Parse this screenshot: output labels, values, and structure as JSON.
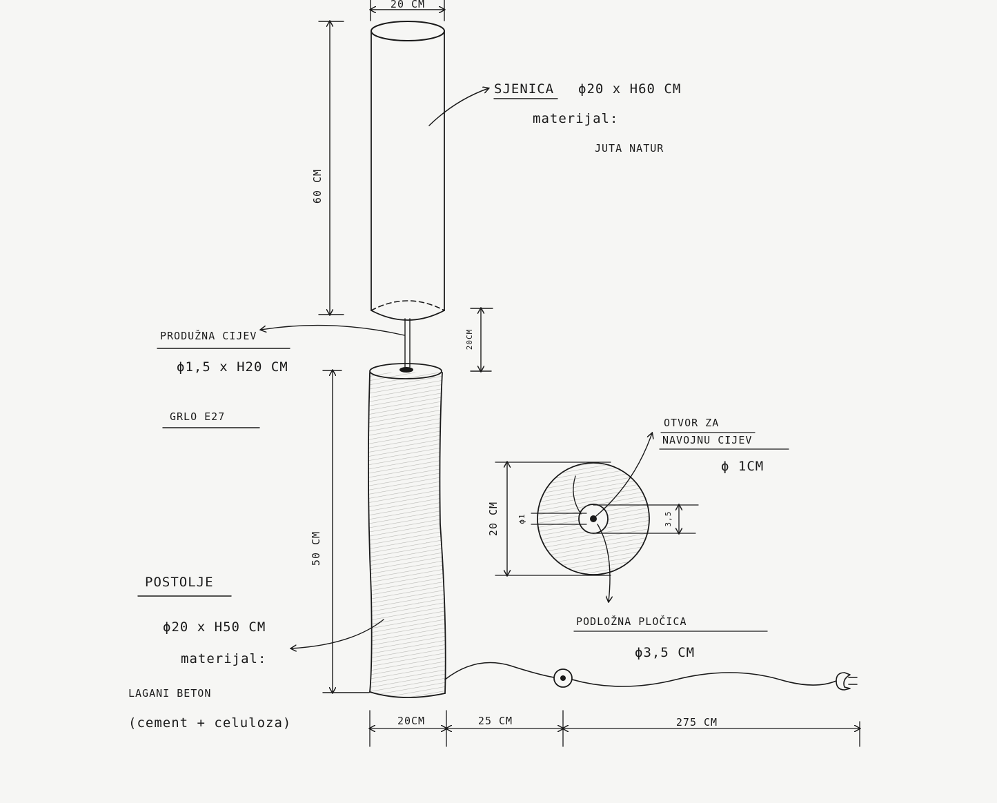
{
  "colors": {
    "paper": "#f6f6f4",
    "ink": "#1a1a1a",
    "shading": "#d9d9d6"
  },
  "shade": {
    "dim_width": "20 CM",
    "dim_height": "60 CM",
    "title": "SJENICA",
    "spec": "ϕ20 x H60 CM",
    "material_label": "materijal:",
    "material": "JUTA NATUR"
  },
  "extension_tube": {
    "title": "PRODUŽNA CIJEV",
    "spec": "ϕ1,5 x H20 CM",
    "dim_height": "20CM"
  },
  "socket": {
    "label": "GRLO E27"
  },
  "stand": {
    "dim_height": "50 CM",
    "title": "POSTOLJE",
    "spec": "ϕ20 x H50 CM",
    "material_label": "materijal:",
    "material_line1": "LAGANI BETON",
    "material_line2": "(cement + celuloza)"
  },
  "base_plate": {
    "dim_diameter": "20 CM",
    "dim_small": "ϕ1",
    "dim_inner": "3,5",
    "hole_title_line1": "OTVOR ZA",
    "hole_title_line2": "NAVOJNU CIJEV",
    "hole_spec": "ϕ 1CM",
    "title": "PODLOŽNA PLOČICA",
    "spec": "ϕ3,5 CM"
  },
  "cable_dims": {
    "stand_width": "20CM",
    "to_switch": "25 CM",
    "switch_to_plug": "275 CM"
  }
}
